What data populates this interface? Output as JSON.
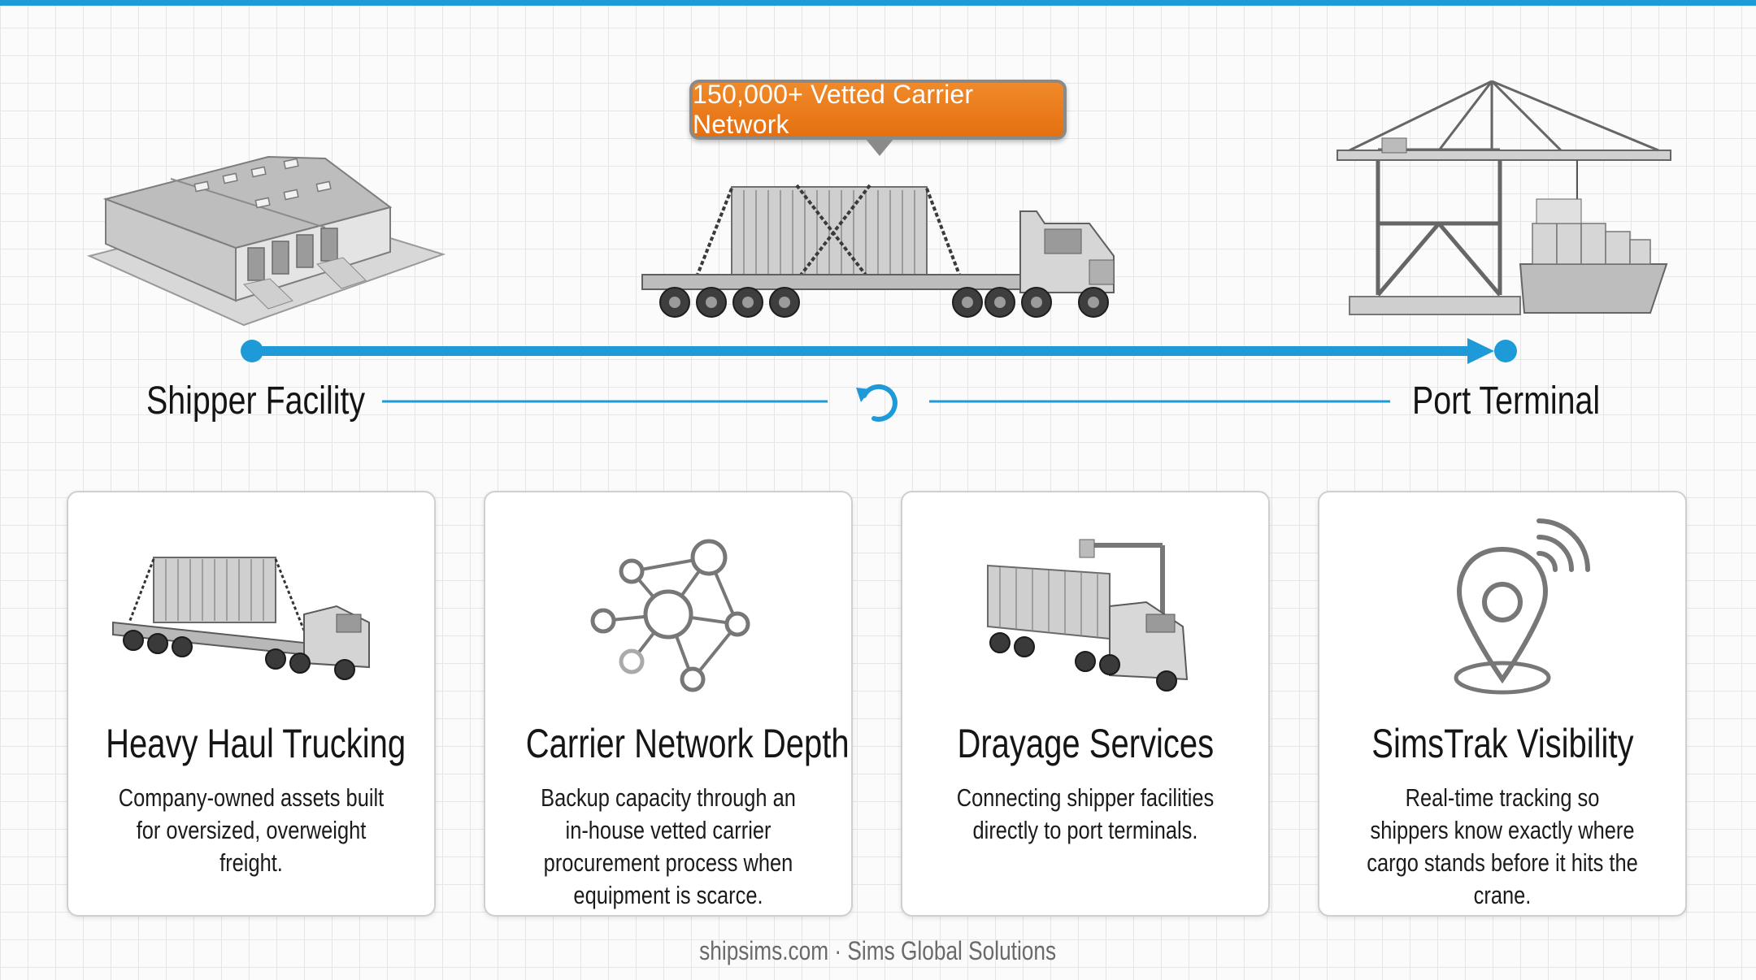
{
  "badge": {
    "text": "150,000+ Vetted Carrier Network"
  },
  "timeline": {
    "start_label": "Shipper Facility",
    "end_label": "Port Terminal"
  },
  "illustrations": {
    "left": "warehouse",
    "center": "flatbed-truck-with-container",
    "right": "port-crane-and-cargo-ship"
  },
  "cards": [
    {
      "title": "Heavy Haul Trucking",
      "description": "Company-owned assets built for oversized, overweight freight.",
      "icon": "heavy-haul-truck-icon"
    },
    {
      "title": "Carrier Network Depth",
      "description": "Backup capacity through an in-house vetted carrier procurement process when equipment is scarce.",
      "icon": "network-nodes-icon"
    },
    {
      "title": "Drayage Services",
      "description": "Connecting shipper facilities directly to port terminals.",
      "icon": "drayage-truck-icon"
    },
    {
      "title": "SimsTrak Visibility",
      "description": "Real-time tracking so shippers know exactly where cargo stands before it hits the crane.",
      "icon": "location-signal-icon"
    }
  ],
  "footer": {
    "text": "shipsims.com · Sims Global Solutions"
  },
  "colors": {
    "accent": "#1f9ad9",
    "badge": "#e97717",
    "text": "#141414"
  }
}
